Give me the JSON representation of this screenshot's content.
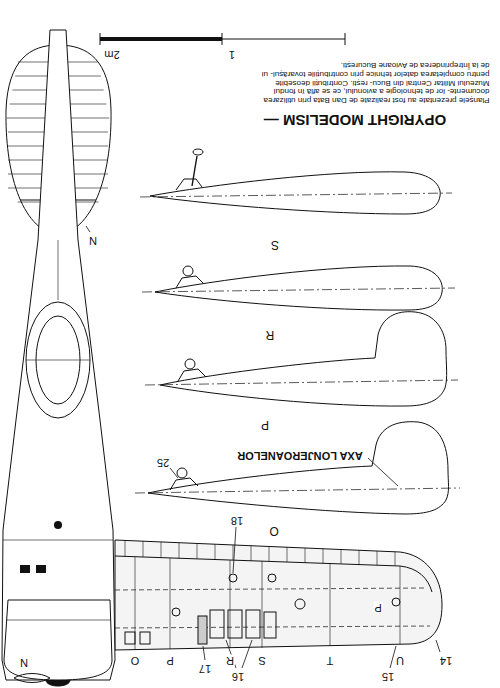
{
  "diagram": {
    "labels": [
      "2m",
      "1",
      "Planșele prezentate au fost realizate de Dan Bata prin utilizarea documente- lor de tehnologie a avionului, ce se află în fondul Muzeului Militar Central din Bucu- rești. Contribuții deosebite pentru completarea datelor tehnice prin contribuțiile tovarășul- ui de la Întreprinderea de Avioane București.",
      "OPYRIGHT MODELISM —",
      "S",
      "R",
      "P",
      "AXA LONJEROANELOR",
      "25",
      "O",
      "18",
      "P",
      "14",
      "15",
      "16",
      "17",
      "O",
      "P",
      "R",
      "S",
      "T",
      "U",
      "N",
      "N"
    ]
  }
}
